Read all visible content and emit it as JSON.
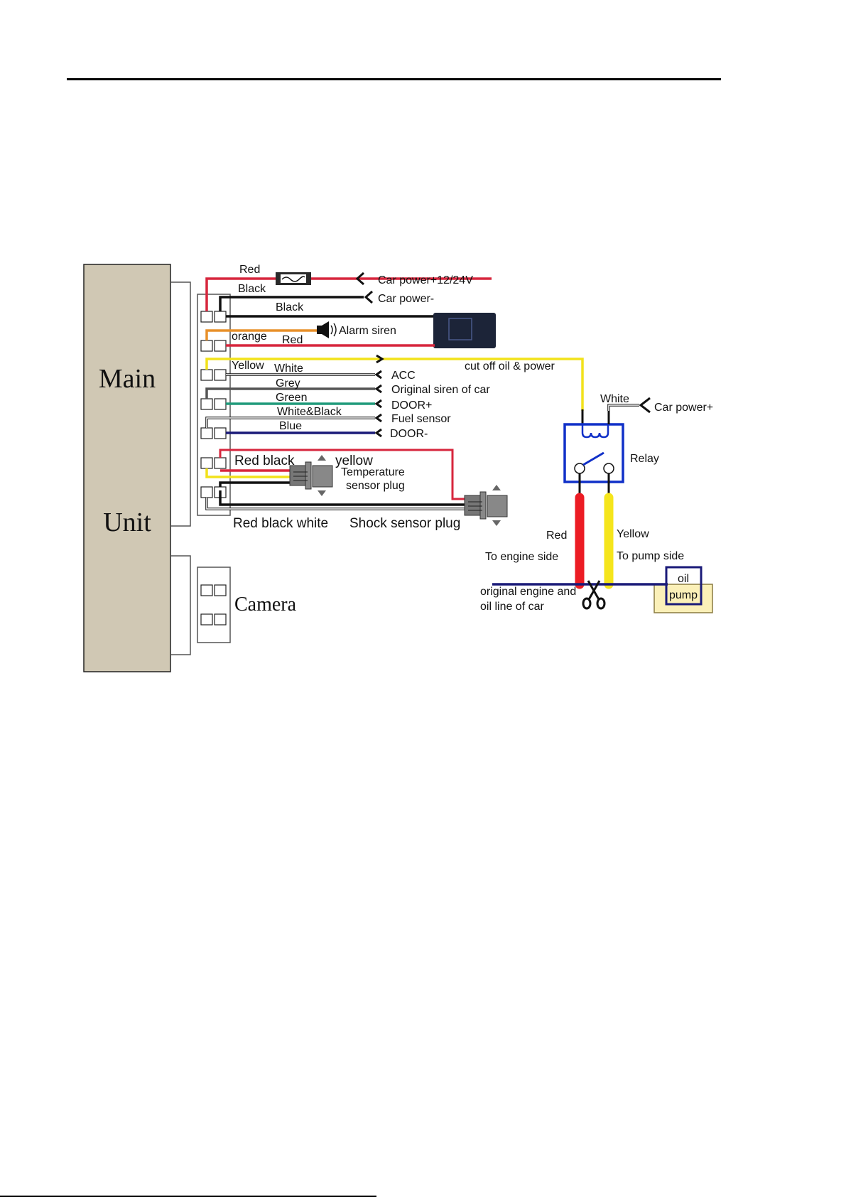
{
  "main_unit": {
    "line1": "Main",
    "line2": "Unit"
  },
  "camera": {
    "label": "Camera"
  },
  "wires": {
    "red": "Red",
    "black1": "Black",
    "black2": "Black",
    "orange": "orange",
    "red2": "Red",
    "yellow": "Yellow",
    "white": "White",
    "grey": "Grey",
    "green": "Green",
    "white_black": "White&Black",
    "blue": "Blue",
    "red_black": "Red black",
    "yellow_temp": "yellow",
    "red_black_white": "Red black white"
  },
  "endpoints": {
    "car_power_12_24": "Car power+12/24V",
    "car_power_minus": "Car power-",
    "alarm_siren": "Alarm siren",
    "cut_off": "cut off oil & power",
    "acc": "ACC",
    "original_siren": "Original siren of car",
    "door_plus": "DOOR+",
    "fuel_sensor": "Fuel sensor",
    "door_minus": "DOOR-",
    "temperature_line1": "Temperature",
    "temperature_line2": "sensor plug",
    "shock_sensor": "Shock sensor plug"
  },
  "relay": {
    "label": "Relay",
    "white_label": "White",
    "car_power_plus": "Car power+",
    "red_label": "Red",
    "to_engine": "To engine side",
    "yellow_label": "Yellow",
    "to_pump": "To pump side",
    "oil_line_1": "original engine and",
    "oil_line_2": "oil line of car",
    "pump_line1": "oil",
    "pump_line2": "pump"
  },
  "colors": {
    "red": "#d7263d",
    "black": "#111111",
    "orange": "#e8902a",
    "yellow": "#f2e21b",
    "white": "#ffffff",
    "grey": "#555555",
    "green": "#1f9a7a",
    "blue": "#1a1a78",
    "relay_blue": "#1030c8",
    "main_fill": "#d0c8b4",
    "pump_fill": "#fbf0b8"
  }
}
